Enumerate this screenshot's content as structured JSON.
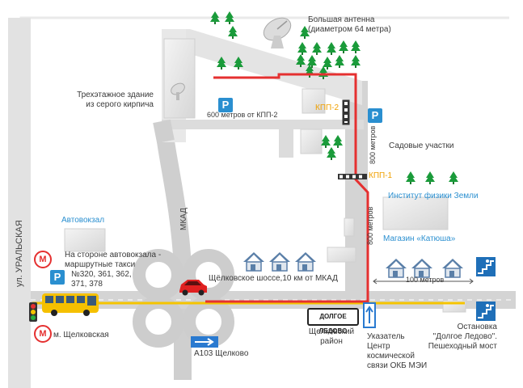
{
  "labels": {
    "big_antenna": "Большая антенна",
    "big_antenna_diam": "(диаметром 64 метра)",
    "building_line1": "Трехэтажное здание",
    "building_line2": "из серого кирпича",
    "distance_600": "600 метров от КПП-2",
    "kpp2": "КПП-2",
    "kpp1": "КПП-1",
    "distance_800_top": "800 метров",
    "distance_800_bottom": "800 метров",
    "garden_plots": "Садовые участки",
    "institute": "Институт физики Земли",
    "shop": "Магазин «Катюша»",
    "bus_station": "Автовокзал",
    "taxi_line1": "На стороне автовокзала -",
    "taxi_line2": "маршрутные такси",
    "taxi_line3": "№320, 361, 362,",
    "taxi_line4": "371, 378",
    "street_uralskaya": "ул. УРАЛЬСКАЯ",
    "mkad_road": "МКАД",
    "highway": "Щёлковское шоссе,10 км от МКАД",
    "distance_100": "100 метров",
    "metro": "м. Щелковская",
    "a103": "А103 Щелково",
    "sign_dolgoe": "ДОЛГОЕ ЛЕДОВО",
    "district_line1": "Щелковский",
    "district_line2": "район",
    "pointer_line1": "Указатель",
    "pointer_line2": "Центр",
    "pointer_line3": "космической",
    "pointer_line4": "связи ОКБ МЭИ",
    "stop_line1": "Остановка",
    "stop_line2": "\"Долгое Ледово\".",
    "stop_line3": "Пешеходный мост"
  },
  "signs": {
    "parking": "P",
    "metro": "М"
  },
  "colors": {
    "road": "#d4d4d4",
    "road_dark": "#c2c2c2",
    "route": "#e53030",
    "highway_line": "#f5c400",
    "accent_blue": "#2a8fd0",
    "tree": "#1a9b3a",
    "kpp_label": "#f0a000"
  },
  "icons": [
    "tree-icon",
    "house-icon",
    "satellite-dish-icon",
    "parking-icon",
    "metro-icon",
    "pedestrian-bridge-icon",
    "car-icon",
    "bus-icon",
    "traffic-light-icon",
    "barrier-icon",
    "direction-arrow-icon"
  ]
}
